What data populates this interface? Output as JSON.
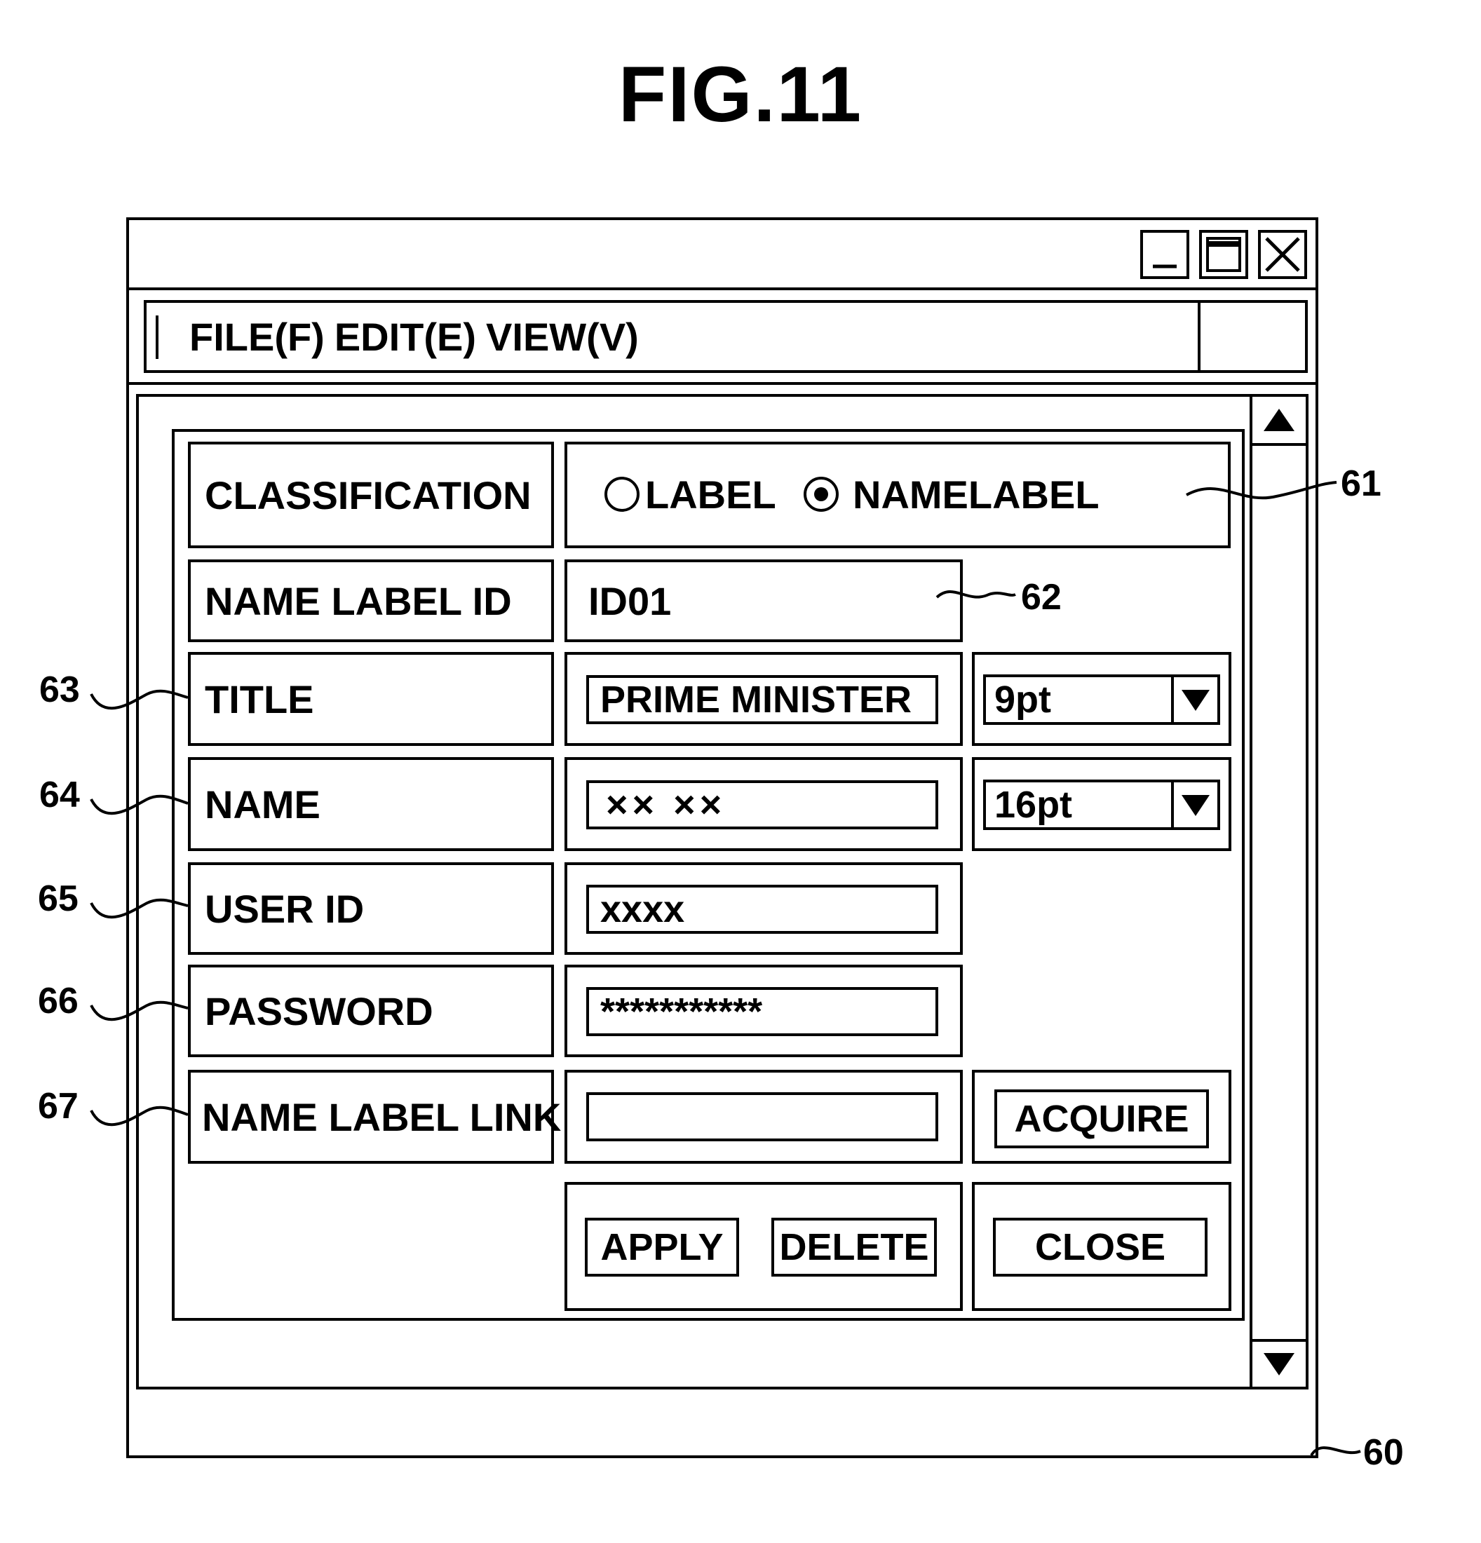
{
  "figure": {
    "title": "FIG.11"
  },
  "window": {
    "menu": {
      "file": "FILE(F)",
      "edit": "EDIT(E)",
      "view": "VIEW(V)"
    }
  },
  "form": {
    "classification": {
      "label": "CLASSIFICATION",
      "options": [
        "LABEL",
        "NAMELABEL"
      ],
      "selected": "NAMELABEL"
    },
    "name_label_id": {
      "label": "NAME LABEL ID",
      "value": "ID01"
    },
    "title": {
      "label": "TITLE",
      "value": "PRIME MINISTER",
      "size": "9pt"
    },
    "name": {
      "label": "NAME",
      "value": "×× ××",
      "size": "16pt"
    },
    "user_id": {
      "label": "USER ID",
      "value": "xxxx"
    },
    "password": {
      "label": "PASSWORD",
      "value": "***********"
    },
    "name_label_link": {
      "label": "NAME LABEL LINK",
      "value": "",
      "acquire": "ACQUIRE"
    },
    "buttons": {
      "apply": "APPLY",
      "delete": "DELETE",
      "close": "CLOSE"
    }
  },
  "refs": {
    "r60": "60",
    "r61": "61",
    "r62": "62",
    "r63": "63",
    "r64": "64",
    "r65": "65",
    "r66": "66",
    "r67": "67"
  }
}
